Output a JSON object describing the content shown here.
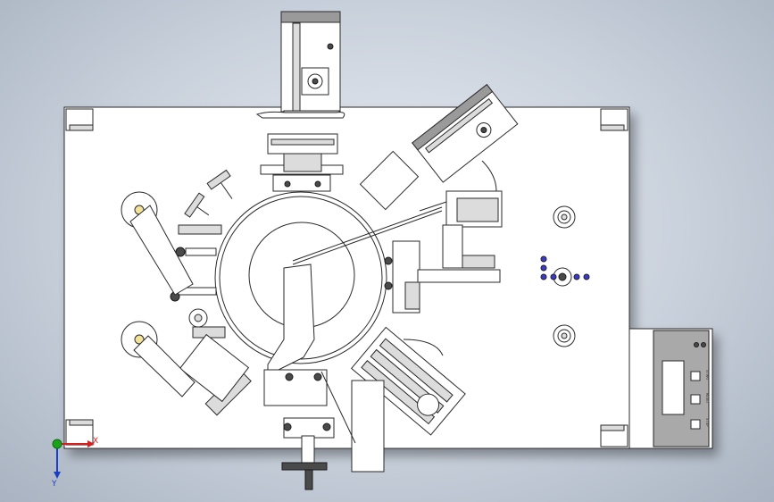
{
  "viewport": {
    "background": "#b9c2cf"
  },
  "axis_triad": {
    "x_label": "X",
    "y_label": "Y",
    "x_color": "#d42020",
    "y_color": "#1a3fc4",
    "origin_color": "#1aa31a"
  },
  "colors": {
    "plate": "#ffffff",
    "outline": "#2a2a2a",
    "highlight_part": "#f3e39a",
    "bolt": "#3a3ad0"
  },
  "control_panel": {
    "labels": [
      "START",
      "RESET",
      "STOP"
    ]
  }
}
